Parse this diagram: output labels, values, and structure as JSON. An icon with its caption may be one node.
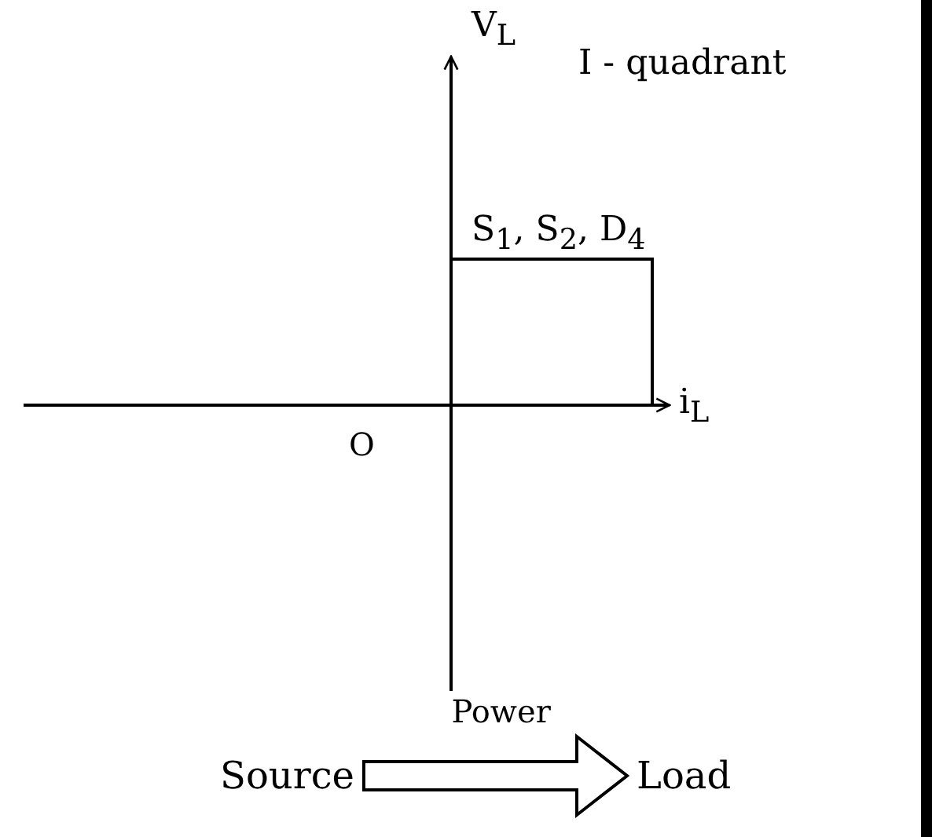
{
  "diagram": {
    "nodes": [
      {
        "text": [
          "Source"
        ]
      },
      {
        "text": [
          "Load"
        ]
      }
    ],
    "edges": [
      {
        "from": 0,
        "to": 1,
        "arrow": "to",
        "label": "Power"
      }
    ],
    "labels": [
      "V$_{L}$",
      "I - quadrant",
      "S$_{1}$, S$_{2}$, D$_{4}$",
      "i$_{L}$",
      "O"
    ]
  }
}
